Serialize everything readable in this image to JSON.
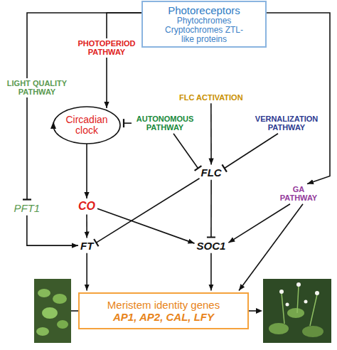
{
  "diagram": {
    "nodes": [
      {
        "text": [
          "Photoreceptors",
          "Phytochromes Cryptochromes ZTL-like proteins"
        ]
      },
      {
        "text": [
          "FLC ACTIVATION"
        ]
      },
      {
        "text": [
          "Circadian clock"
        ]
      },
      {
        "text": [
          "AUTONOMOUS PATHWAY"
        ]
      },
      {
        "text": [
          "VERNALIZATION PATHWAY"
        ]
      },
      {
        "text": [
          "FLC"
        ]
      },
      {
        "text": [
          "GA PATHWAY"
        ]
      },
      {
        "text": [
          "PFT1"
        ]
      },
      {
        "text": [
          "CO"
        ]
      },
      {
        "text": [
          "FT"
        ]
      },
      {
        "text": [
          "SOC1"
        ]
      },
      {
        "text": [
          "Meristem identity genes",
          "AP1, AP2, CAL, LFY"
        ]
      }
    ],
    "edges": [
      {
        "from": 0,
        "to": 7,
        "label": "LIGHT QUALITY PATHWAY",
        "arrow": "to"
      },
      {
        "from": 0,
        "to": 2,
        "label": "PHOTOPERIOD PATHWAY",
        "arrow": "to"
      },
      {
        "from": 0,
        "to": 6,
        "arrow": "to"
      },
      {
        "from": 3,
        "to": 2,
        "arrow": "to"
      },
      {
        "from": 3,
        "to": 5,
        "arrow": "to"
      },
      {
        "from": 1,
        "to": 5,
        "arrow": "to"
      },
      {
        "from": 4,
        "to": 5,
        "arrow": "to"
      },
      {
        "from": 2,
        "to": 8,
        "arrow": "to"
      },
      {
        "from": 8,
        "to": 9,
        "arrow": "to"
      },
      {
        "from": 8,
        "to": 10,
        "arrow": "to"
      },
      {
        "from": 5,
        "to": 9,
        "arrow": "to"
      },
      {
        "from": 5,
        "to": 10,
        "arrow": "to"
      },
      {
        "from": 6,
        "to": 10,
        "arrow": "to"
      },
      {
        "from": 6,
        "to": 11,
        "arrow": "to"
      },
      {
        "from": 7,
        "to": 9,
        "arrow": "to"
      },
      {
        "from": 9,
        "to": 11,
        "arrow": "to"
      },
      {
        "from": 10,
        "to": 11,
        "arrow": "to"
      }
    ]
  }
}
